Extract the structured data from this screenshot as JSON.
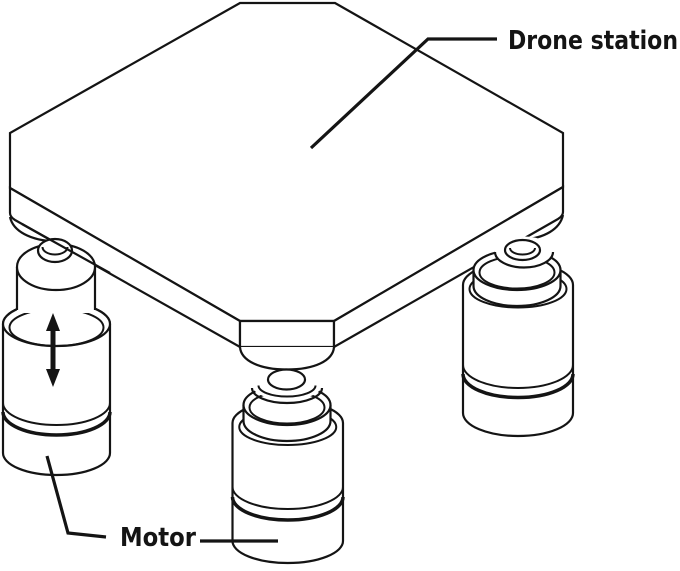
{
  "diagram": {
    "background_color": "#ffffff",
    "line_color": "#141414",
    "labels": {
      "drone_station": "Drone station",
      "motor": "Motor"
    },
    "icons": {
      "motion_arrow_icon": "double-headed-vertical-arrow"
    }
  }
}
